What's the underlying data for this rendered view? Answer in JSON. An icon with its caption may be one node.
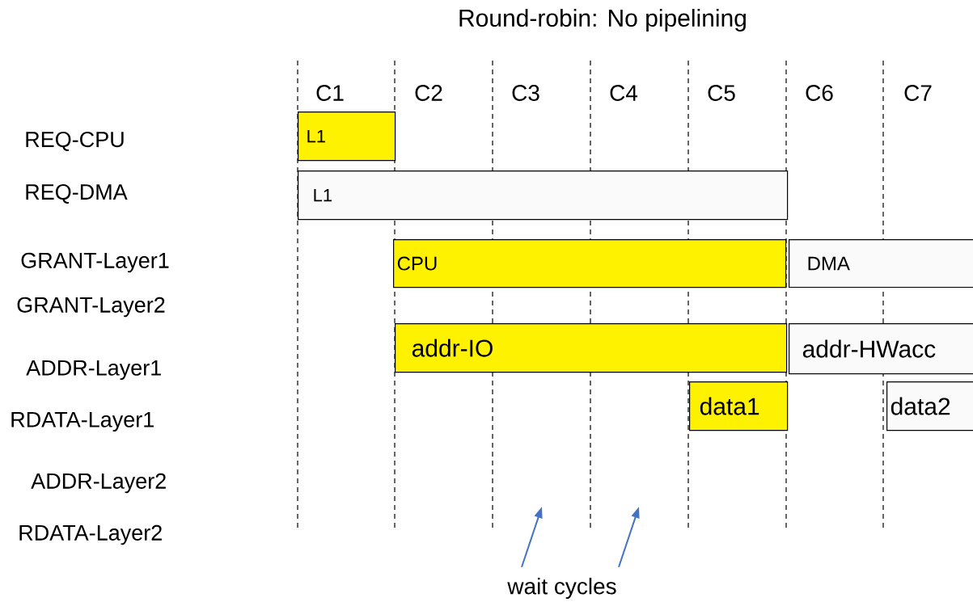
{
  "diagram": {
    "title": "Round-robin: No pipelining",
    "nodes": [
      {
        "text": [
          "L1"
        ]
      },
      {
        "text": [
          "L1"
        ]
      },
      {
        "text": [
          "CPU"
        ]
      },
      {
        "text": [
          "DMA"
        ]
      },
      {
        "text": [
          "addr-IO"
        ]
      },
      {
        "text": [
          "addr-HWacc"
        ]
      },
      {
        "text": [
          "data1"
        ]
      },
      {
        "text": [
          "data2"
        ]
      },
      {
        "text": [
          "wait cycles"
        ]
      }
    ],
    "edges": [
      {
        "from": 8,
        "to": null,
        "arrow": "to",
        "color": "#4472c4"
      },
      {
        "from": 8,
        "to": null,
        "arrow": "to",
        "color": "#4472c4"
      }
    ],
    "labels": [
      "C1",
      "C2",
      "C3",
      "C4",
      "C5",
      "C6",
      "C7",
      "REQ-CPU",
      "REQ-DMA",
      "GRANT-Layer1",
      "GRANT-Layer2",
      "ADDR-Layer1",
      "RDATA-Layer1",
      "ADDR-Layer2",
      "RDATA-Layer2"
    ]
  }
}
